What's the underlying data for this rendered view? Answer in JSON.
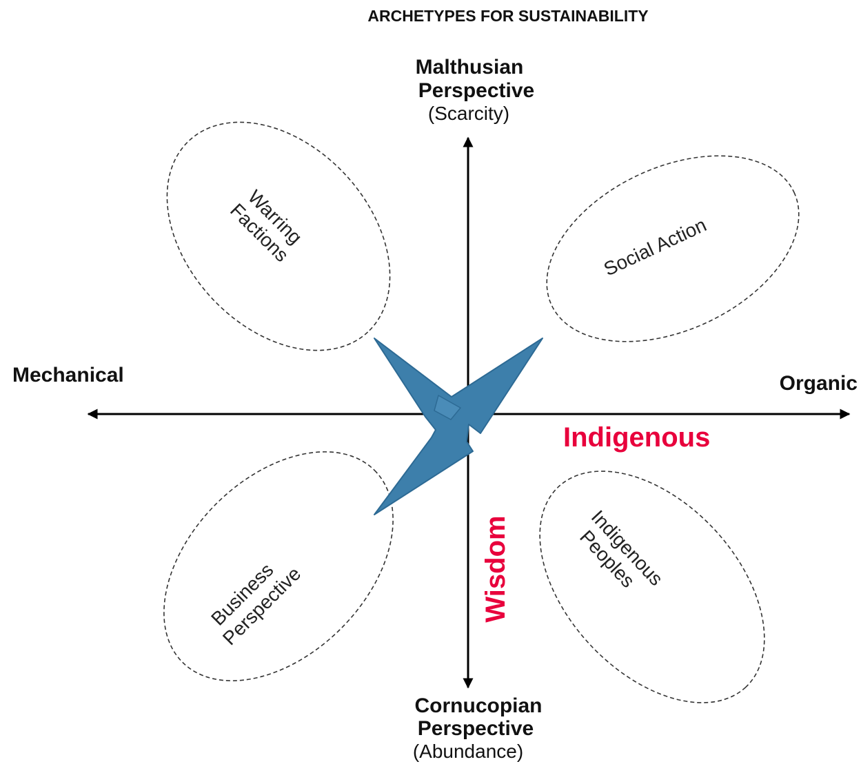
{
  "title": "ARCHETYPES FOR SUSTAINABILITY",
  "axes": {
    "top": {
      "line1": "Malthusian",
      "line2": "Perspective",
      "line3": "(Scarcity)"
    },
    "bottom": {
      "line1": "Cornucopian",
      "line2": "Perspective",
      "line3": "(Abundance)"
    },
    "left": "Mechanical",
    "right": "Organic"
  },
  "quadrants": {
    "top_left": {
      "line1": "Warring",
      "line2": "Factions"
    },
    "top_right": {
      "line1": "Social Action"
    },
    "bottom_left": {
      "line1": "Business",
      "line2": "Perspective"
    },
    "bottom_right": {
      "line1": "Indigenous",
      "line2": "Peoples"
    }
  },
  "annotations": {
    "horizontal": "Indigenous",
    "vertical": "Wisdom"
  },
  "colors": {
    "annotation": "#e8003c",
    "shape_fill": "#3d7fab",
    "shape_stroke": "#2d6a94"
  }
}
